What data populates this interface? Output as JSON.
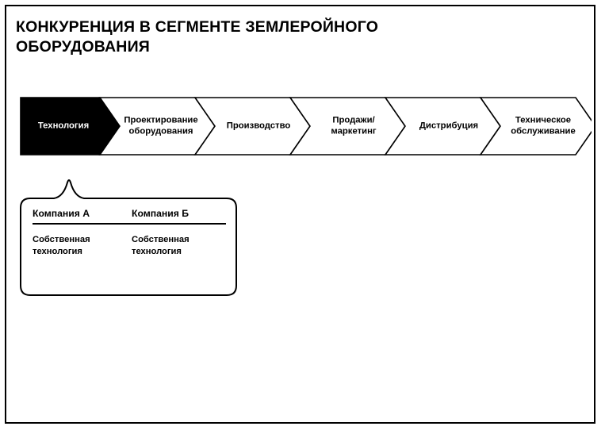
{
  "slide": {
    "title_lines": [
      "КОНКУРЕНЦИЯ В СЕГМЕНТЕ ЗЕМЛЕРОЙНОГО",
      "ОБОРУДОВАНИЯ"
    ],
    "background_color": "#FFFFFF",
    "border_color": "#000000"
  },
  "process_chain": {
    "highlight_fill": "#000000",
    "highlight_text_color": "#FFFFFF",
    "default_fill": "#FFFFFF",
    "default_text_color": "#000000",
    "stages": [
      {
        "label": "Технология",
        "label_lines": [
          "Технология"
        ],
        "highlighted": true
      },
      {
        "label": "Проектирование оборудования",
        "label_lines": [
          "Проектирование",
          "оборудования"
        ],
        "highlighted": false
      },
      {
        "label": "Производство",
        "label_lines": [
          "Производство"
        ],
        "highlighted": false
      },
      {
        "label": "Продажи/ маркетинг",
        "label_lines": [
          "Продажи/",
          "маркетинг"
        ],
        "highlighted": false
      },
      {
        "label": "Дистрибуция",
        "label_lines": [
          "Дистрибуция"
        ],
        "highlighted": false
      },
      {
        "label": "Техническое обслуживание",
        "label_lines": [
          "Техническое",
          "обслуживание"
        ],
        "highlighted": false
      }
    ]
  },
  "callout": {
    "points_to_stage": "Технология",
    "columns": [
      {
        "header": "Компания А",
        "body_lines": [
          "Собственная",
          "технология"
        ],
        "body": "Собственная технология"
      },
      {
        "header": "Компания Б",
        "body_lines": [
          "Собственная",
          "технология"
        ],
        "body": "Собственная технология"
      }
    ]
  }
}
